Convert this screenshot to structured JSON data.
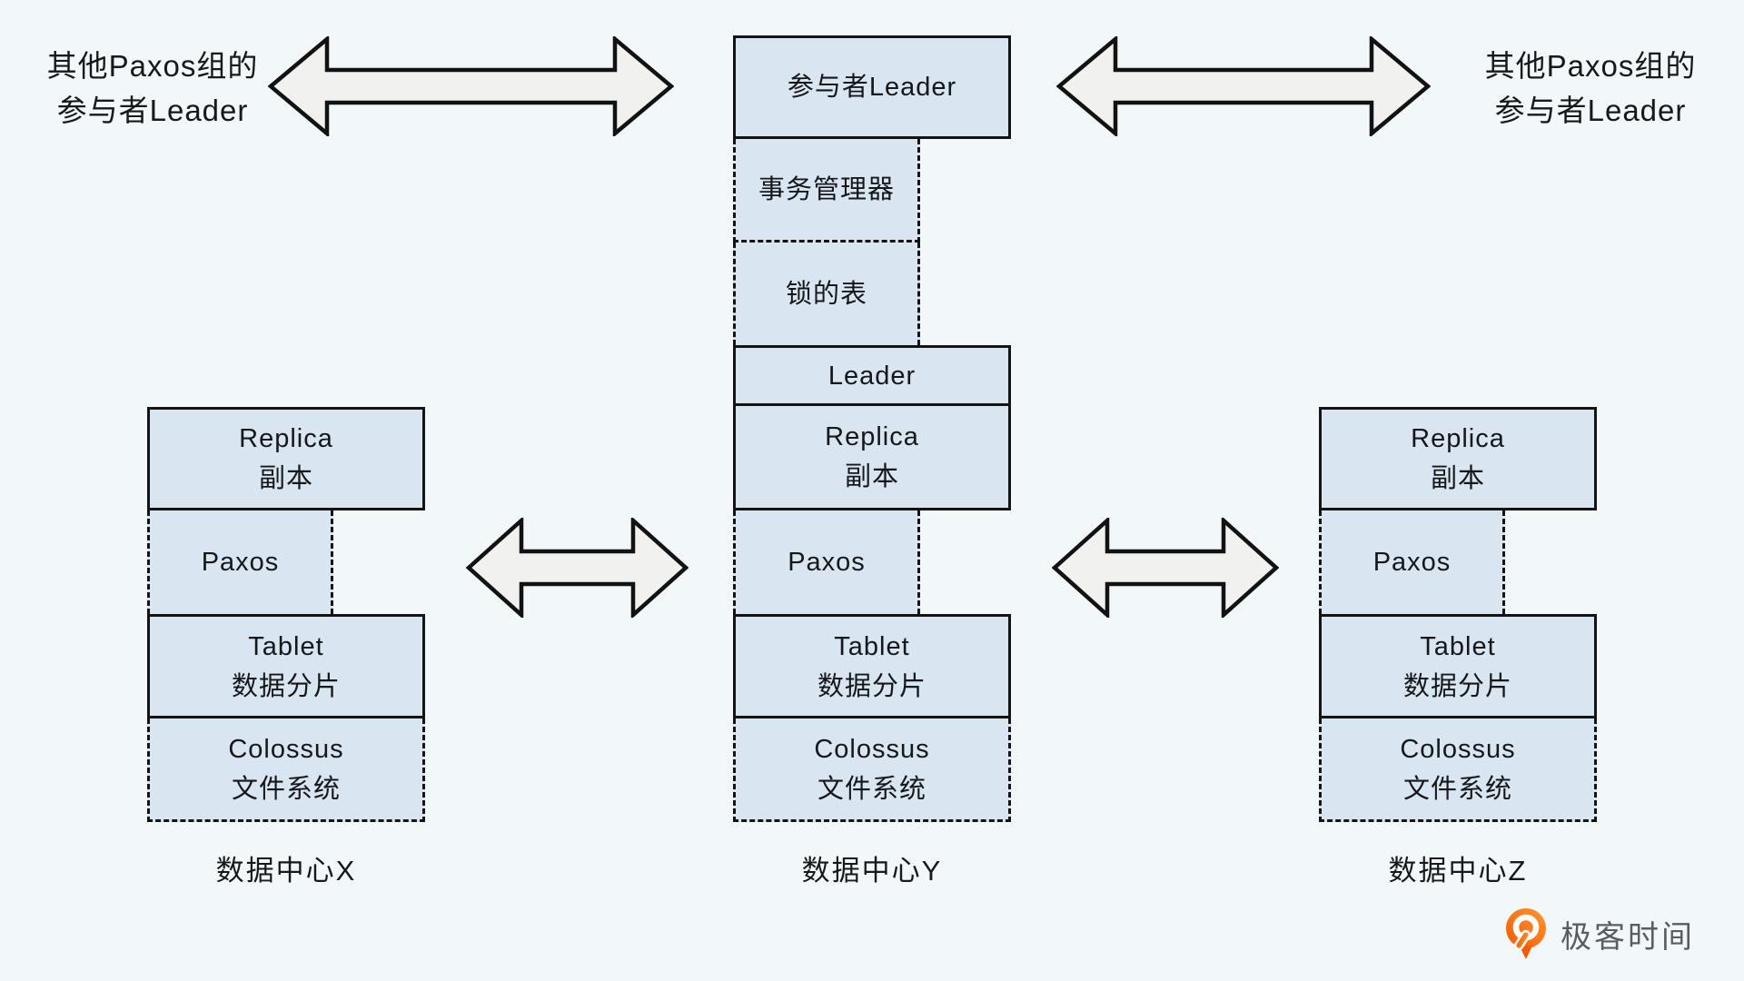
{
  "colors": {
    "background": "#f2f7f9",
    "box_fill": "#d9e6f1",
    "box_border": "#141414",
    "arrow_fill": "#f1f1f0",
    "arrow_outline": "#121212",
    "logo_orange": "#ff6a00",
    "logo_text_color": "#5a5c61"
  },
  "side_labels": {
    "left": {
      "line1": "其他Paxos组的",
      "line2": "参与者Leader"
    },
    "right": {
      "line1": "其他Paxos组的",
      "line2": "参与者Leader"
    }
  },
  "datacenters": {
    "x": {
      "name": "数据中心X",
      "replica_en": "Replica",
      "replica_zh": "副本",
      "paxos": "Paxos",
      "tablet_en": "Tablet",
      "tablet_zh": "数据分片",
      "colossus_en": "Colossus",
      "colossus_zh": "文件系统"
    },
    "y": {
      "name": "数据中心Y",
      "participant_leader": "参与者Leader",
      "transaction_manager": "事务管理器",
      "lock_table": "锁的表",
      "leader": "Leader",
      "replica_en": "Replica",
      "replica_zh": "副本",
      "paxos": "Paxos",
      "tablet_en": "Tablet",
      "tablet_zh": "数据分片",
      "colossus_en": "Colossus",
      "colossus_zh": "文件系统"
    },
    "z": {
      "name": "数据中心Z",
      "replica_en": "Replica",
      "replica_zh": "副本",
      "paxos": "Paxos",
      "tablet_en": "Tablet",
      "tablet_zh": "数据分片",
      "colossus_en": "Colossus",
      "colossus_zh": "文件系统"
    }
  },
  "logo": {
    "text": "极客时间"
  }
}
